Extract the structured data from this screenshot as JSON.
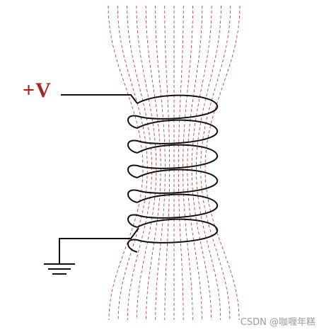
{
  "diagram": {
    "supply_label": "+V",
    "supply_label_color": "#a4261d",
    "wire_color": "#111111",
    "field_line_color": "#b2302a",
    "coil_turns": 6,
    "components": [
      "voltage-terminal",
      "coil",
      "ground-symbol",
      "magnetic-field-lines"
    ]
  },
  "watermark": "CSDN @咖喱年糕"
}
